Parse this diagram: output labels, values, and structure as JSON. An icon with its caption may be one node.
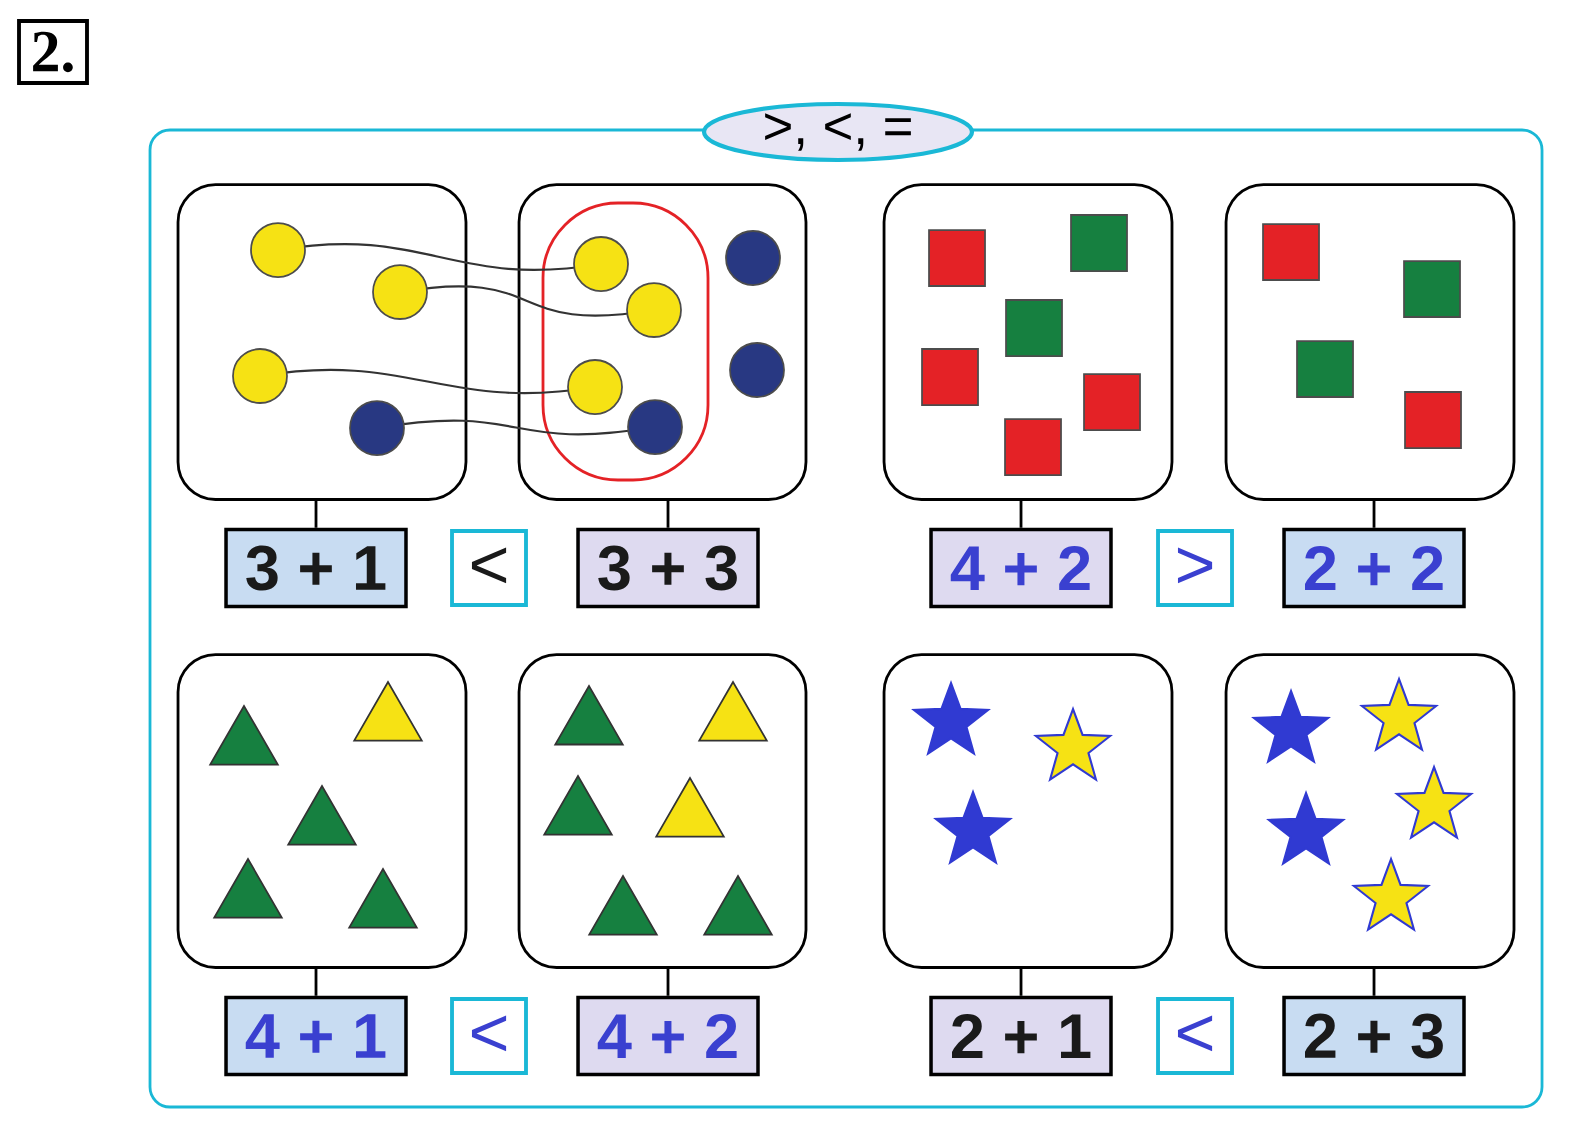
{
  "diagram": {
    "title": ">, <, =",
    "nodes": [
      {
        "text": [],
        "shape": "box"
      },
      {
        "text": [],
        "shape": "box"
      },
      {
        "text": [],
        "shape": "box"
      },
      {
        "text": [],
        "shape": "box"
      },
      {
        "text": [
          "3 + 1"
        ]
      },
      {
        "text": [
          "<"
        ]
      },
      {
        "text": [
          "3 + 3"
        ]
      },
      {
        "text": [
          "4 + 2"
        ]
      },
      {
        "text": [
          ">"
        ]
      },
      {
        "text": [
          "2 + 2"
        ]
      },
      {
        "text": [],
        "shape": "box"
      },
      {
        "text": [],
        "shape": "box"
      },
      {
        "text": [],
        "shape": "box"
      },
      {
        "text": [],
        "shape": "box"
      },
      {
        "text": [
          "4 + 1"
        ]
      },
      {
        "text": [
          "<"
        ]
      },
      {
        "text": [
          "4 + 2"
        ]
      },
      {
        "text": [
          "2 + 1"
        ]
      },
      {
        "text": [
          "<"
        ]
      },
      {
        "text": [
          "2 + 3"
        ]
      }
    ],
    "edges": [
      {
        "from": 0,
        "to": 4,
        "arrow": "none"
      },
      {
        "from": 1,
        "to": 6,
        "arrow": "none"
      },
      {
        "from": 2,
        "to": 7,
        "arrow": "none"
      },
      {
        "from": 3,
        "to": 9,
        "arrow": "none"
      },
      {
        "from": 10,
        "to": 14,
        "arrow": "none"
      },
      {
        "from": 11,
        "to": 16,
        "arrow": "none"
      },
      {
        "from": 12,
        "to": 17,
        "arrow": "none"
      },
      {
        "from": 13,
        "to": 19,
        "arrow": "none"
      }
    ],
    "labels": [
      "2."
    ]
  }
}
